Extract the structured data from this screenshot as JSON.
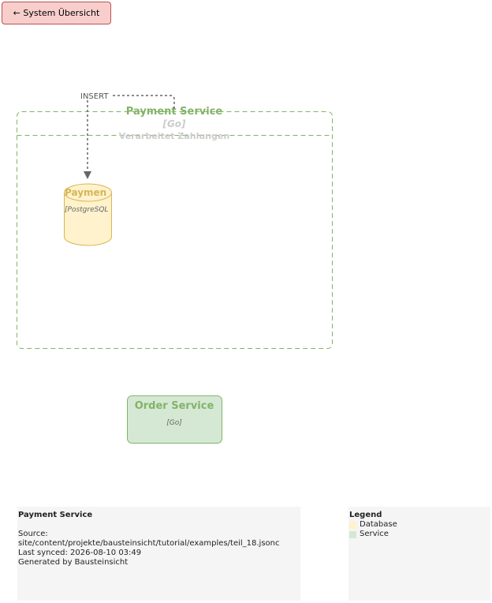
{
  "nav": {
    "back_label": "← System Übersicht"
  },
  "boundary": {
    "title": "Payment Service",
    "tech": "[Go]",
    "description": "Verarbeitet Zahlungen",
    "border_color": "#82b366",
    "title_color": "#82b366"
  },
  "database": {
    "name": "Paymen",
    "tech": "[PostgreSQL",
    "fill": "#fff2cc",
    "stroke": "#d6b656",
    "text_color": "#d6b656"
  },
  "relation": {
    "label": "INSERT"
  },
  "order_service": {
    "name": "Order Service",
    "tech": "[Go]",
    "fill": "#d5e8d4",
    "stroke": "#82b366",
    "text_color": "#82b366"
  },
  "info": {
    "title": "Payment Service",
    "source_label": "Source:",
    "source_path": "site/content/projekte/bausteinsicht/tutorial/examples/teil_18.jsonc",
    "last_synced": "Last synced: 2026-08-10 03:49",
    "generated_by": "Generated by Bausteinsicht"
  },
  "legend": {
    "title": "Legend",
    "items": [
      {
        "label": "Database",
        "color": "#fff2cc"
      },
      {
        "label": "Service",
        "color": "#d5e8d4"
      }
    ]
  }
}
